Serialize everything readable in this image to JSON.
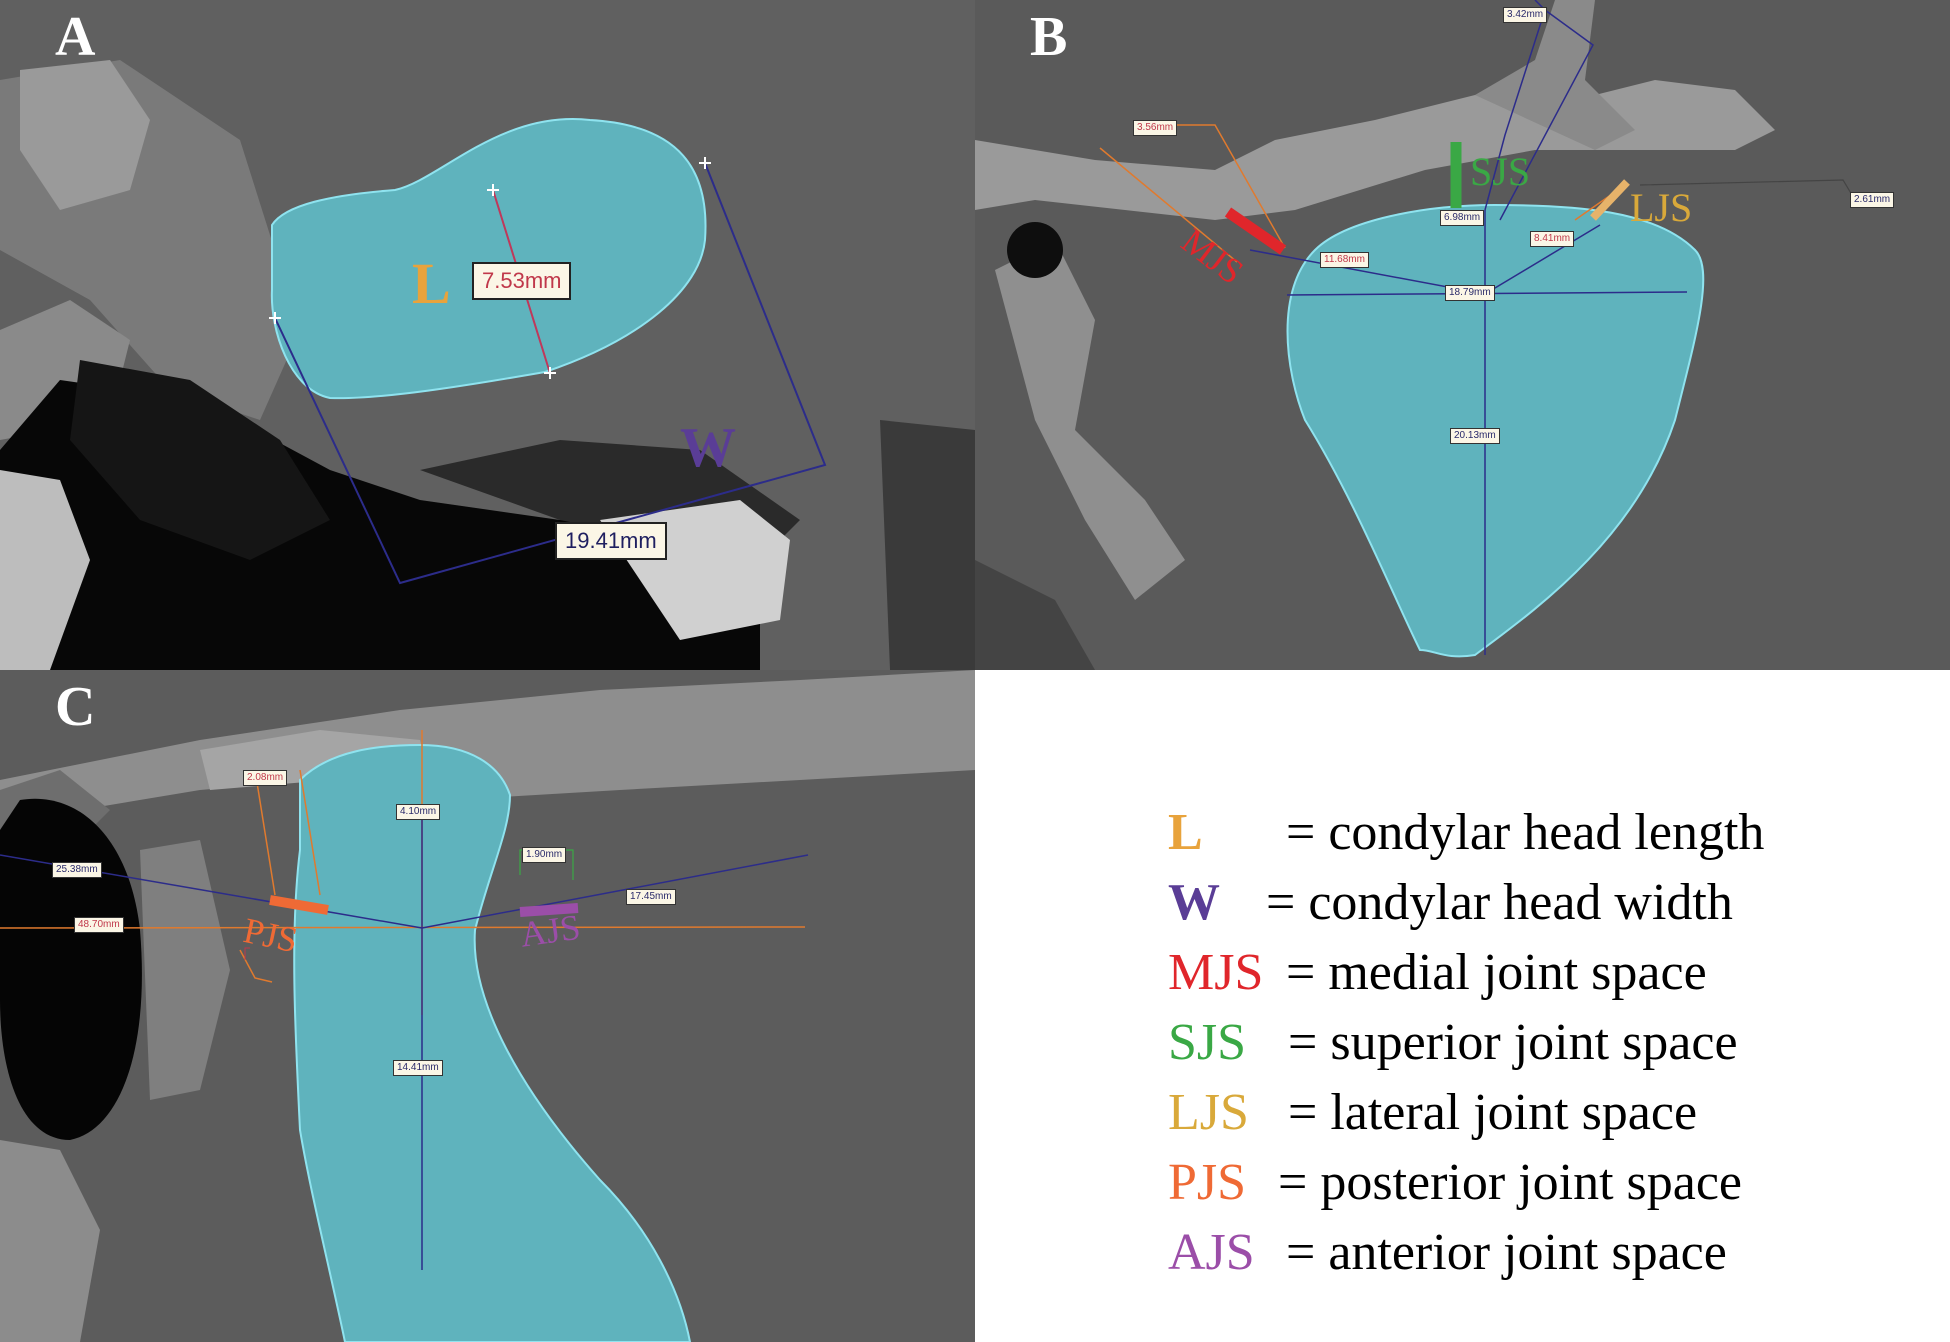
{
  "colors": {
    "L": "#e8a33c",
    "W": "#5a3d96",
    "MJS": "#e0262b",
    "SJS": "#3aa845",
    "LJS": "#d9a93a",
    "PJS": "#ef6a35",
    "AJS": "#9b4ea8",
    "segmentation": "#5fb3bd",
    "outline": "#8fe3ef",
    "measure_line": "#2c2c8a",
    "ortho_line": "#e07a2e"
  },
  "panels": {
    "a": {
      "letter": "A",
      "label_L": "L",
      "label_W": "W",
      "m_length": "7.53mm",
      "m_width": "19.41mm"
    },
    "b": {
      "letter": "B",
      "label_MJS": "MJS",
      "label_SJS": "SJS",
      "label_LJS": "LJS",
      "m_top": "3.42mm",
      "m_medial": "3.56mm",
      "m_lateral": "2.61mm",
      "m_superior": "6.98mm",
      "m_a": "11.68mm",
      "m_b": "8.41mm",
      "m_c": "18.79mm",
      "m_d": "20.13mm"
    },
    "c": {
      "letter": "C",
      "label_PJS": "PJS",
      "label_AJS": "AJS",
      "m_post": "2.08mm",
      "m_sup": "4.10mm",
      "m_ant": "1.90mm",
      "m_long1": "25.38mm",
      "m_long2": "48.70mm",
      "m_long3": "17.45mm",
      "m_height": "14.41mm"
    }
  },
  "legend": [
    {
      "abbr": "L",
      "desc": "= condylar head length",
      "color_key": "L"
    },
    {
      "abbr": "W",
      "desc": "= condylar head width",
      "color_key": "W"
    },
    {
      "abbr": "MJS",
      "desc": "= medial joint space",
      "color_key": "MJS"
    },
    {
      "abbr": "SJS",
      "desc": "= superior joint space",
      "color_key": "SJS"
    },
    {
      "abbr": "LJS",
      "desc": "= lateral joint space",
      "color_key": "LJS"
    },
    {
      "abbr": "PJS",
      "desc": "= posterior joint space",
      "color_key": "PJS"
    },
    {
      "abbr": "AJS",
      "desc": "= anterior joint space",
      "color_key": "AJS"
    }
  ]
}
